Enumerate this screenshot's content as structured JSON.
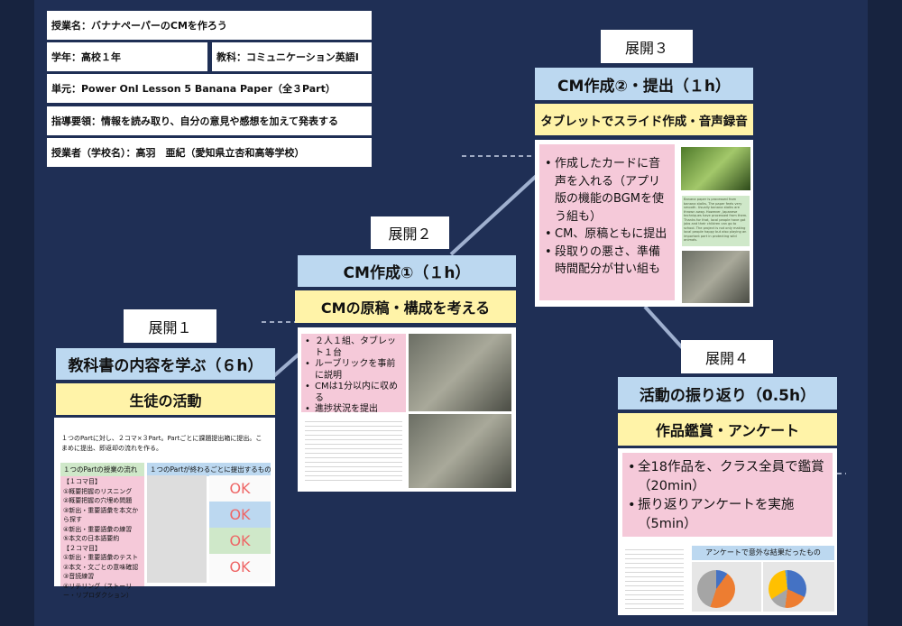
{
  "info": {
    "lesson": "授業名：バナナペーパーのCMを作ろう",
    "grade": "学年：高校１年",
    "subject": "教科：コミュニケーション英語Ⅰ",
    "unit": "単元：Power OnⅠ Lesson 5  Banana Paper（全３Part）",
    "guideline": "指導要領：情報を読み取り、自分の意見や感想を加えて発表する",
    "teacher": "授業者（学校名）：高羽　亜紀（愛知県立杏和高等学校）"
  },
  "stage1": {
    "label": "展開１",
    "title": "教科書の内容を学ぶ（６h）",
    "subtitle": "生徒の活動",
    "intro": "１つのPartに対し、２コマ×３Part。Partごとに課題提出箱に提出。こまめに提出、即返却の流れを作る。",
    "flow_header": "１つのPartの授業の流れ",
    "flow": [
      "【１コマ目】",
      "①概要把握のリスニング",
      "②概要把握の穴埋め問題",
      "③新出・重要語彙を本文から探す",
      "④新出・重要語彙の練習",
      "⑤本文の日本語要約",
      "【２コマ目】",
      "①新出・重要語彙のテスト",
      "②本文・文ごとの意味確認",
      "③音読練習",
      "④リテリング（ストーリー・リプロダクション）"
    ],
    "submit_header": "１つのPartが終わるごとに提出するもの",
    "ok": "OK"
  },
  "stage2": {
    "label": "展開２",
    "title": "CM作成①（１h）",
    "subtitle": "CMの原稿・構成を考える",
    "bullets": [
      "２人１組、タブレット１台",
      "ルーブリックを事前に説明",
      "CMは1分以内に収める",
      "進捗状況を提出"
    ]
  },
  "stage3": {
    "label": "展開３",
    "title": "CM作成②・提出（１h）",
    "subtitle": "タブレットでスライド作成・音声録音",
    "bullets": [
      "作成したカードに音声を入れる（アプリ版の機能のBGMを使う組も）",
      "CM、原稿ともに提出",
      "段取りの悪さ、準備時間配分が甘い組も"
    ],
    "script": "Banana paper is processed from banana stalks. The paper feels very smooth. Usually banana stalks are thrown away. However, Japanese techniques have processed from them. Thanks for that, local people have got jobs and their children can go to school. The project is not only making local people happy but also playing an important part in protecting wild animals."
  },
  "stage4": {
    "label": "展開４",
    "title": "活動の振り返り（0.5h）",
    "subtitle": "作品鑑賞・アンケート",
    "bullets": [
      "全18作品を、クラス全員で鑑賞（20min）",
      "振り返りアンケートを実施（5min）"
    ],
    "survey_title": "アンケートで意外な結果だったもの"
  },
  "colors": {
    "bg": "#1f2f55",
    "blue": "#bcd8f0",
    "yellow": "#fff3a8",
    "pink": "#f5c9d9",
    "green": "#cfe8c9"
  }
}
